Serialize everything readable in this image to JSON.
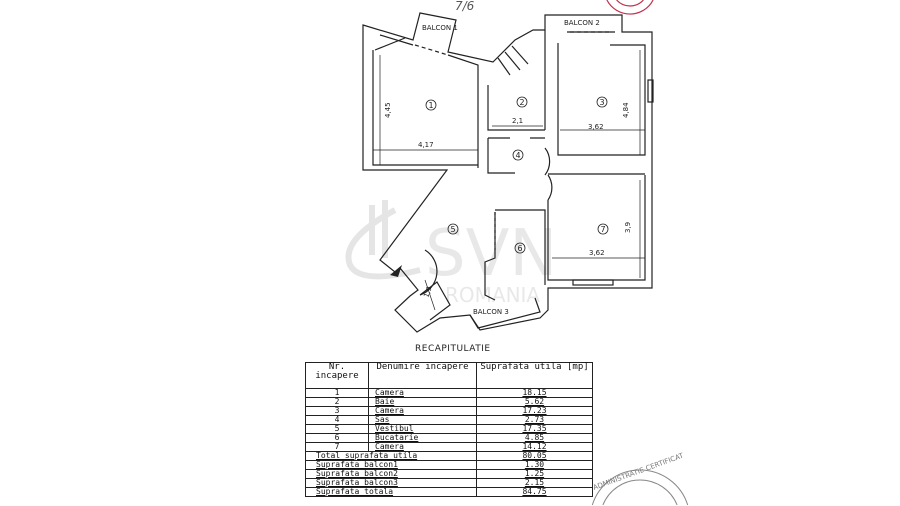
{
  "handwritten_note": "7/6",
  "plan": {
    "rooms": [
      {
        "number": "1"
      },
      {
        "number": "2"
      },
      {
        "number": "3"
      },
      {
        "number": "4"
      },
      {
        "number": "5"
      },
      {
        "number": "6"
      },
      {
        "number": "7"
      }
    ],
    "dimensions": [
      "4,45",
      "4,17",
      "2,1",
      "3,62",
      "4,84",
      "3,9",
      "3,62",
      "1,9"
    ],
    "balconies": [
      "BALCON 1",
      "BALCON 2",
      "BALCON 3"
    ]
  },
  "watermark": {
    "brand": "SVN",
    "sub": "ROMANIA"
  },
  "stamps": {
    "bottom_right": "ADMINISTRATIE CERTIFICAT"
  },
  "summary": {
    "title": "RECAPITULATIE",
    "headers": [
      "Nr. incapere",
      "Denumire incapere",
      "Suprafata utila [mp]"
    ],
    "rows": [
      {
        "nr": "1",
        "name": "Camera",
        "area": "18.15"
      },
      {
        "nr": "2",
        "name": "Baie",
        "area": "5.62"
      },
      {
        "nr": "3",
        "name": "Camera",
        "area": "17.23"
      },
      {
        "nr": "4",
        "name": "Sas",
        "area": "2.73"
      },
      {
        "nr": "5",
        "name": "Vestibul",
        "area": "17.35"
      },
      {
        "nr": "6",
        "name": "Bucatarie",
        "area": "4.85"
      },
      {
        "nr": "7",
        "name": "Camera",
        "area": "14.12"
      }
    ],
    "totals": [
      {
        "label": "Total suprafata utila",
        "area": "80.05"
      },
      {
        "label": "Suprafata balcon1",
        "area": "1.30"
      },
      {
        "label": "Suprafata balcon2",
        "area": "1.25"
      },
      {
        "label": "Suprafata balcon3",
        "area": "2.15"
      },
      {
        "label": "Suprafata totala",
        "area": "84.75"
      }
    ]
  },
  "colors": {
    "line": "#222222",
    "stamp_red": "#c0304a",
    "watermark": "#bbbbbb"
  }
}
